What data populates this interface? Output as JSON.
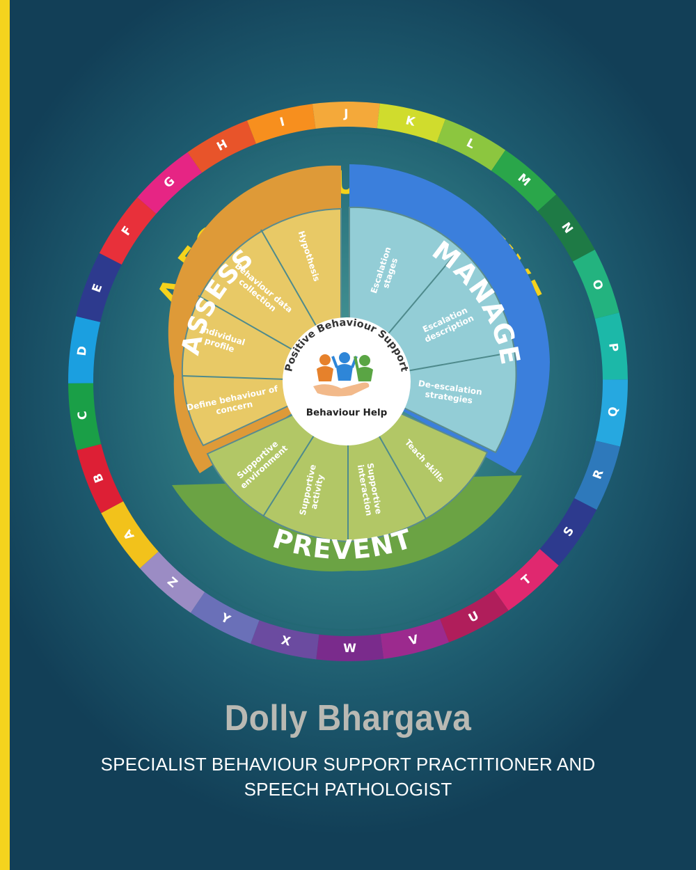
{
  "cover": {
    "title": "A FOR ARGUMENTATIVE",
    "author": "Dolly Bhargava",
    "subtitle_line1": "SPECIALIST BEHAVIOUR SUPPORT PRACTITIONER AND",
    "subtitle_line2": "SPEECH PATHOLOGIST"
  },
  "wheel": {
    "alphabet": [
      "A",
      "B",
      "C",
      "D",
      "E",
      "F",
      "G",
      "H",
      "I",
      "J",
      "K",
      "L",
      "M",
      "N",
      "O",
      "P",
      "Q",
      "R",
      "S",
      "T",
      "U",
      "V",
      "W",
      "X",
      "Y",
      "Z"
    ],
    "alphabet_colors": [
      "#f2c21b",
      "#dd1f35",
      "#1a9f47",
      "#1b9fe0",
      "#2d3a8e",
      "#e8303a",
      "#e62584",
      "#e8542a",
      "#f78f1e",
      "#f4a93a",
      "#d0dc2d",
      "#8cc63f",
      "#2aa64a",
      "#1e7a45",
      "#23b37f",
      "#1cb8a8",
      "#26a8e0",
      "#2e79bb",
      "#2d3a8e",
      "#e0286f",
      "#b01e5b",
      "#9c2a8e",
      "#7a2b8c",
      "#6b4ba0",
      "#6a70b8",
      "#9b8cc4"
    ],
    "sections": {
      "assess": {
        "label": "ASSESS",
        "color": "#de9a38",
        "inner_color": "#e8c966",
        "items": [
          "Hypothesis",
          "Behaviour data collection",
          "Individual profile",
          "Define behaviour of concern"
        ]
      },
      "manage": {
        "label": "MANAGE",
        "color": "#3b7fdc",
        "inner_color": "#93cdd6",
        "items": [
          "Escalation stages",
          "Escalation description",
          "De-escalation strategies"
        ]
      },
      "prevent": {
        "label": "PREVENT",
        "color": "#6ba344",
        "inner_color": "#b2c766",
        "items": [
          "Supportive environment",
          "Supportive activity",
          "Supportive interaction",
          "Teach skills"
        ]
      }
    },
    "hub": {
      "arc_text": "Positive Behaviour Support",
      "label": "Behaviour Help"
    }
  }
}
